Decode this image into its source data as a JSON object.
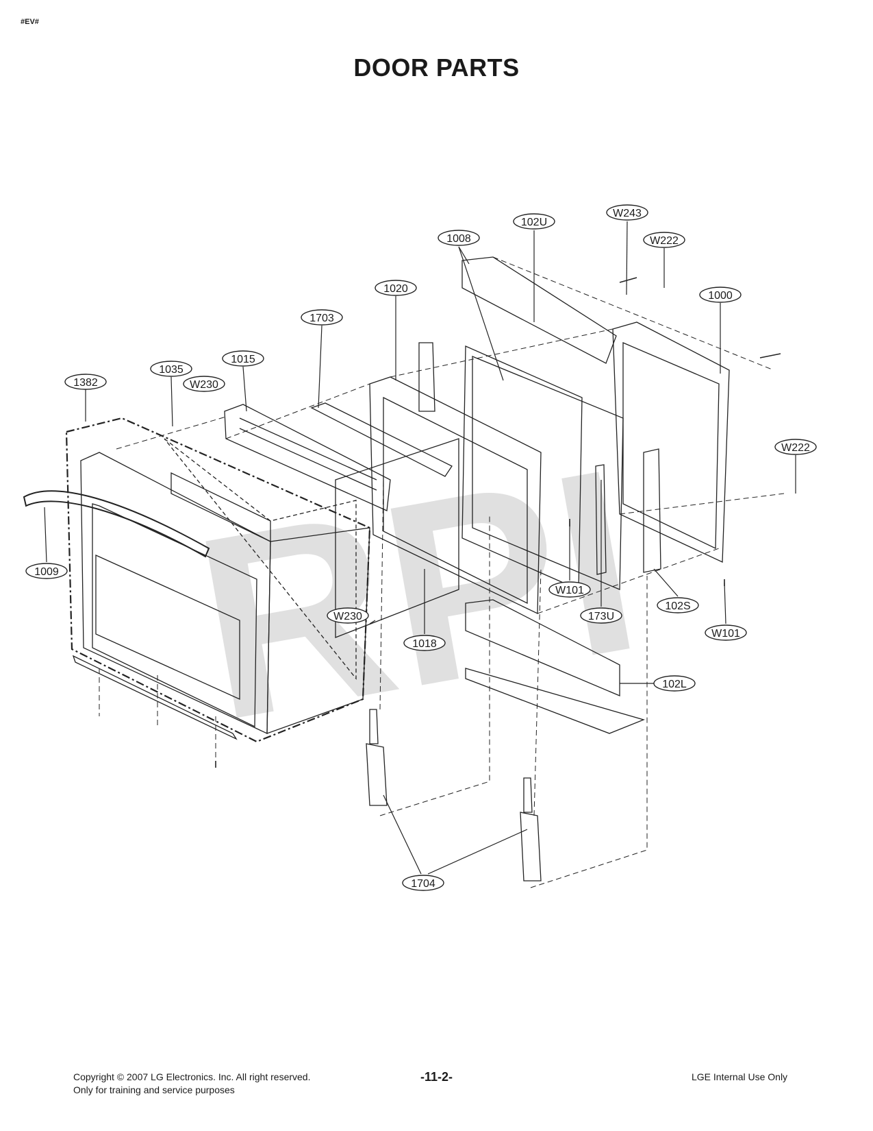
{
  "header": {
    "code": "#EV#",
    "title": "DOOR PARTS"
  },
  "watermark": "RPI",
  "callouts": {
    "c_1382": "1382",
    "c_1035": "1035",
    "c_w230_top": "W230",
    "c_1015": "1015",
    "c_1703": "1703",
    "c_1020": "1020",
    "c_1008": "1008",
    "c_102u": "102U",
    "c_w243": "W243",
    "c_w222_top": "W222",
    "c_1000": "1000",
    "c_w222_right": "W222",
    "c_1009": "1009",
    "c_w230_mid": "W230",
    "c_1018": "1018",
    "c_w101_mid": "W101",
    "c_173u": "173U",
    "c_102s": "102S",
    "c_w101_right": "W101",
    "c_102l": "102L",
    "c_1704": "1704"
  },
  "footer": {
    "copyright": "Copyright © 2007 LG Electronics. Inc. All right reserved.",
    "usage": "Only for training and service purposes",
    "page_number": "-11-2-",
    "internal": "LGE Internal Use Only"
  }
}
